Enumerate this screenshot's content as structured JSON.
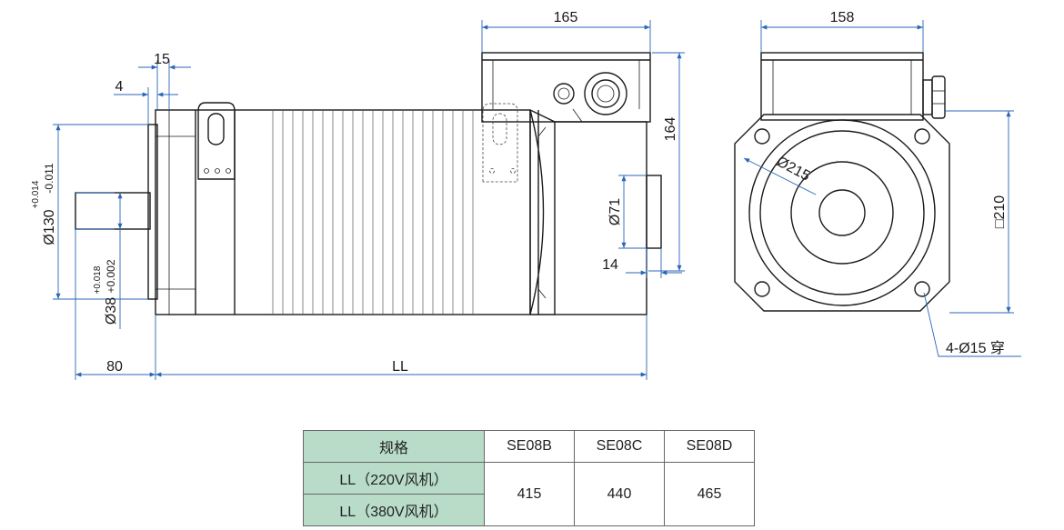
{
  "dimensions": {
    "d165": "165",
    "d158": "158",
    "d15": "15",
    "d4": "4",
    "d164": "164",
    "d130": "Ø130",
    "d130_tol_upper": "+0.014",
    "d130_tol_lower": "-0.011",
    "d38": "Ø38",
    "d38_tol_upper": "+0.018",
    "d38_tol_lower": "+0.002",
    "d71": "Ø71",
    "d14": "14",
    "d80": "80",
    "dLL": "LL",
    "d215": "Ø215",
    "d210": "□210",
    "holes": "4-Ø15 穿"
  },
  "table": {
    "header": "规格",
    "models": [
      "SE08B",
      "SE08C",
      "SE08D"
    ],
    "rows": [
      "LL（220V风机）",
      "LL（380V风机）"
    ],
    "values": [
      "415",
      "440",
      "465"
    ]
  },
  "colors": {
    "dimension": "#2a66b8",
    "outline": "#1a1a1a",
    "table_header": "#b9dcc9"
  }
}
